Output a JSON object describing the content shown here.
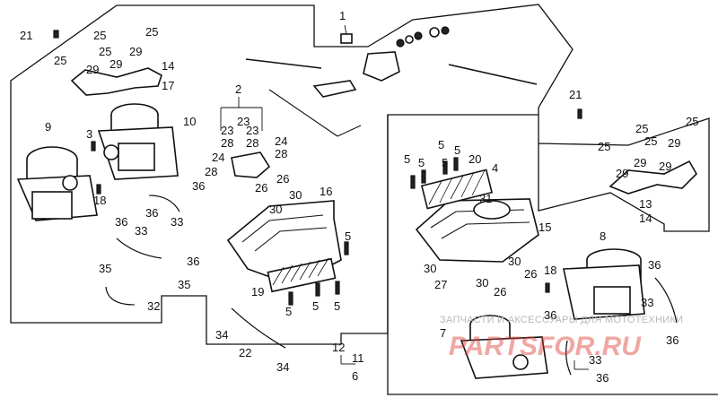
{
  "callouts": {
    "n1": "1",
    "n2": "2",
    "n3": "3",
    "n4": "4",
    "n5": "5",
    "n6": "6",
    "n7": "7",
    "n8": "8",
    "n9": "9",
    "n10": "10",
    "n11": "11",
    "n12": "12",
    "n13": "13",
    "n14": "14",
    "n15": "15",
    "n16": "16",
    "n17": "17",
    "n18": "18",
    "n19": "19",
    "n20": "20",
    "n21": "21",
    "n22": "22",
    "n23": "23",
    "n24": "24",
    "n25": "25",
    "n26": "26",
    "n27": "27",
    "n28": "28",
    "n29": "29",
    "n30": "30",
    "n31": "31",
    "n32": "32",
    "n33": "33",
    "n34": "34",
    "n35": "35",
    "n36": "36"
  },
  "watermark": {
    "top_text": "ЗАПЧАСТИ И АКСЕССУАРЫ ДЛЯ МОТОТЕХНИКИ",
    "logo_text": "PARTSFOR.RU"
  }
}
